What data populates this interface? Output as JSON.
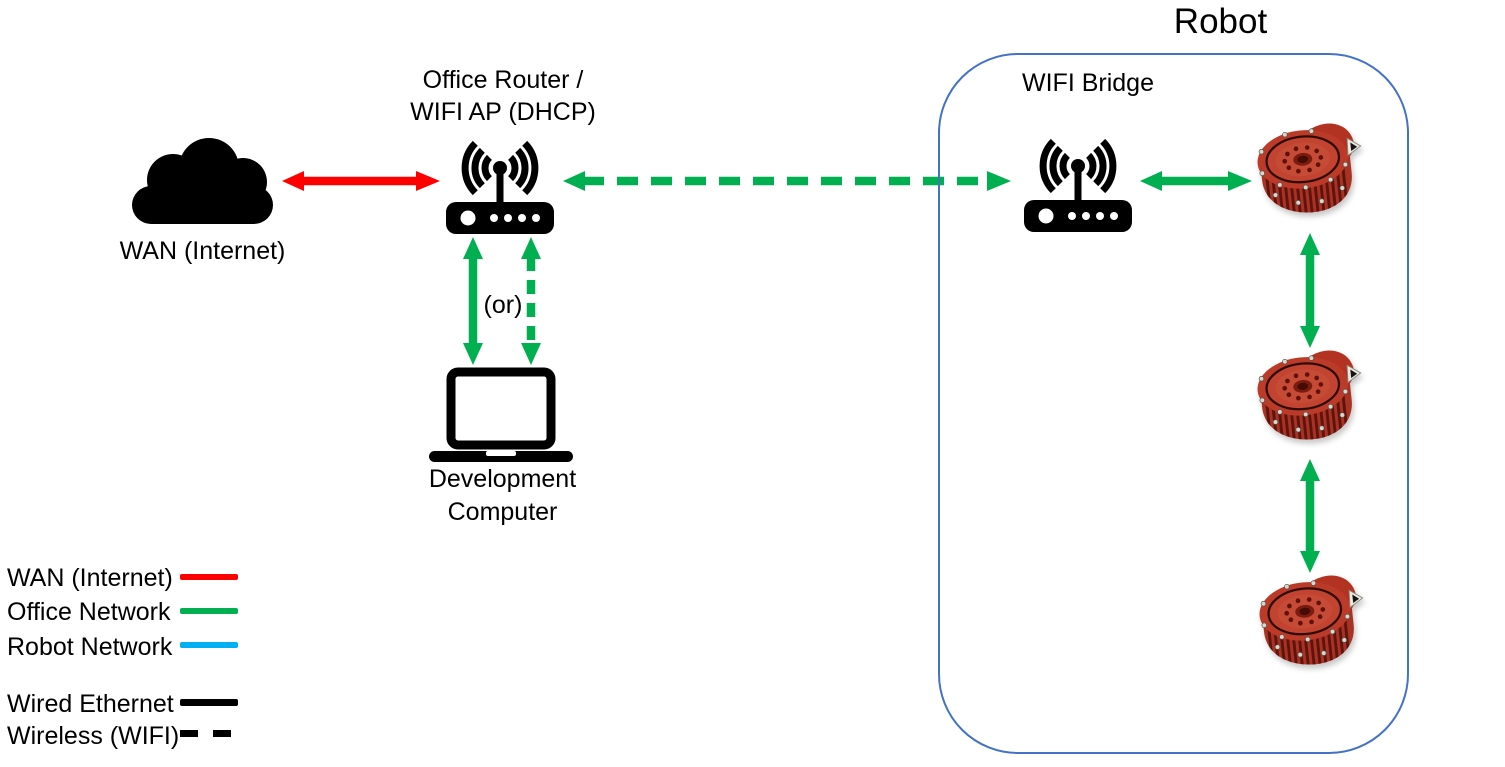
{
  "diagram": {
    "robot_group_title": "Robot",
    "or_label": "(or)"
  },
  "nodes": {
    "wan": {
      "label": "WAN (Internet)",
      "icon": "cloud-icon"
    },
    "office_router": {
      "label_line1": "Office Router /",
      "label_line2": "WIFI AP (DHCP)",
      "icon": "wifi-router-icon"
    },
    "development_computer": {
      "label_line1": "Development",
      "label_line2": "Computer",
      "icon": "laptop-icon"
    },
    "wifi_bridge": {
      "label": "WIFI Bridge",
      "icon": "wifi-router-icon"
    },
    "actuators": {
      "count": 3,
      "icon": "red-actuator-photo"
    }
  },
  "connections": {
    "wan_to_router": {
      "color": "#FF0000",
      "line_style": "solid",
      "heads": "double"
    },
    "router_to_computer_wired": {
      "color": "#00B050",
      "line_style": "solid",
      "heads": "double"
    },
    "router_to_computer_wireless": {
      "color": "#00B050",
      "line_style": "dashed",
      "heads": "double"
    },
    "router_to_bridge": {
      "color": "#00B050",
      "line_style": "dashed",
      "heads": "double"
    },
    "bridge_to_actuator1": {
      "color": "#00B050",
      "line_style": "solid",
      "heads": "double"
    },
    "actuator1_to_actuator2": {
      "color": "#00B050",
      "line_style": "solid",
      "heads": "double"
    },
    "actuator2_to_actuator3": {
      "color": "#00B050",
      "line_style": "solid",
      "heads": "double"
    }
  },
  "legend": {
    "items": [
      {
        "label": "WAN (Internet)",
        "color": "#FF0000",
        "line_style": "solid"
      },
      {
        "label": "Office Network",
        "color": "#00B050",
        "line_style": "solid"
      },
      {
        "label": "Robot Network",
        "color": "#00B0F0",
        "line_style": "solid"
      },
      {
        "label": "Wired Ethernet",
        "color": "#000000",
        "line_style": "solid"
      },
      {
        "label": "Wireless (WIFI)",
        "color": "#000000",
        "line_style": "dashed"
      }
    ]
  },
  "colors": {
    "wan_network": "#FF0000",
    "office_network": "#00B050",
    "robot_network": "#00B0F0",
    "robot_box_border": "#4472C4",
    "icon_black": "#000000",
    "actuator_red": "#BB3A28"
  }
}
